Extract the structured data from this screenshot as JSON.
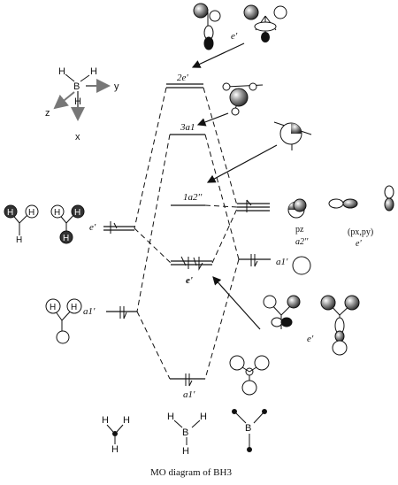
{
  "caption": "MO diagram of BH3",
  "axes": {
    "x": "x",
    "y": "y",
    "z": "z",
    "center": "B",
    "h": "H"
  },
  "levels": {
    "two_e_prime": "2e'",
    "three_a1": "3a1",
    "one_a2pp": "1a2''",
    "e_prime_occ": "e'",
    "a1_prime_low": "a1'"
  },
  "boron_side": {
    "pz": "pz",
    "a2pp": "a2''",
    "pxpy": "(px,py)",
    "e_prime": "e'",
    "a1_prime": "a1'"
  },
  "ligand_side": {
    "e_prime": "e'",
    "a1_prime": "a1'"
  },
  "left_labels": {
    "e_prime": "e'",
    "a1_prime": "a1'"
  },
  "right_lower_label": "e'",
  "top_label": "e'",
  "atoms": {
    "H": "H",
    "B": "B"
  }
}
